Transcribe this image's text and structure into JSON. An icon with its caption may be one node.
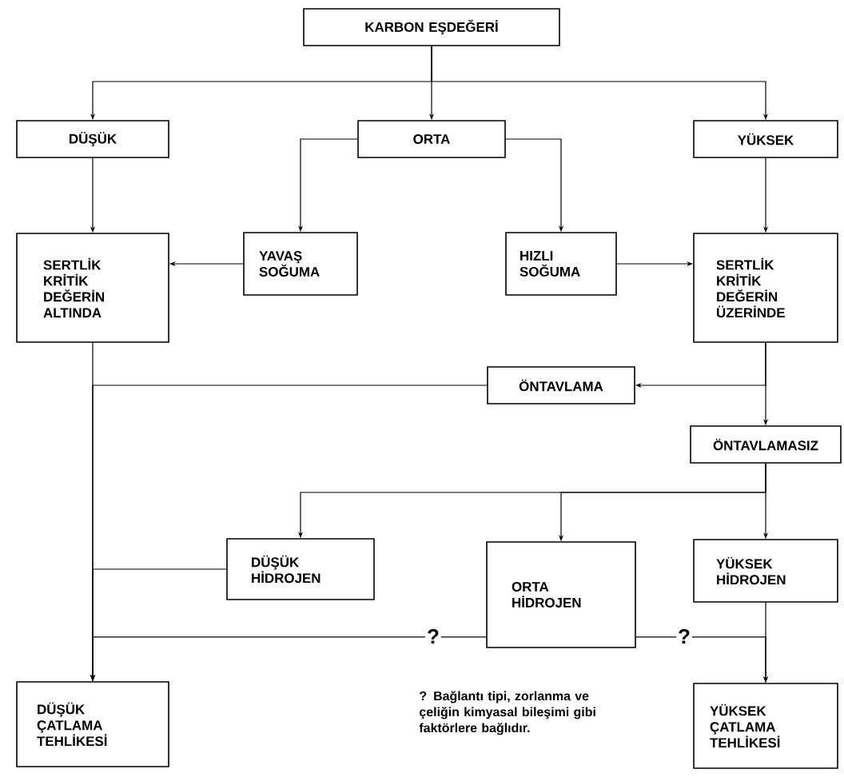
{
  "diagram": {
    "nodes": [
      {
        "text": [
          "KARBON EŞDEĞERİ"
        ]
      },
      {
        "text": [
          "DÜŞÜK"
        ]
      },
      {
        "text": [
          "ORTA"
        ]
      },
      {
        "text": [
          "YÜKSEK"
        ]
      },
      {
        "text": [
          "SERTLİK KRİTİK DEĞERİN ALTINDA"
        ]
      },
      {
        "text": [
          "YAVAŞ SOĞUMA"
        ]
      },
      {
        "text": [
          "HIZLI SOĞUMA"
        ]
      },
      {
        "text": [
          "SERTLİK KRİTİK DEĞERİN ÜZERİNDE"
        ]
      },
      {
        "text": [
          "ÖNTAVLAMA"
        ]
      },
      {
        "text": [
          "ÖNTAVLAMASIZ"
        ]
      },
      {
        "text": [
          "DÜŞÜK HİDROJEN"
        ]
      },
      {
        "text": [
          "ORTA HİDROJEN"
        ]
      },
      {
        "text": [
          "YÜKSEK HİDROJEN"
        ]
      },
      {
        "text": [
          "DÜŞÜK ÇATLAMA TEHLİKESİ"
        ]
      },
      {
        "text": [
          "YÜKSEK ÇATLAMA TEHLİKESİ"
        ]
      }
    ],
    "edges": [
      {
        "from": 0,
        "to": 1,
        "arrow": "to"
      },
      {
        "from": 0,
        "to": 2,
        "arrow": "to"
      },
      {
        "from": 0,
        "to": 3,
        "arrow": "to"
      },
      {
        "from": 1,
        "to": 4,
        "arrow": "to"
      },
      {
        "from": 2,
        "to": 5,
        "arrow": "to"
      },
      {
        "from": 2,
        "to": 6,
        "arrow": "to"
      },
      {
        "from": 3,
        "to": 7,
        "arrow": "to"
      },
      {
        "from": 5,
        "to": 4,
        "arrow": "to"
      },
      {
        "from": 6,
        "to": 7,
        "arrow": "to"
      },
      {
        "from": 7,
        "to": 8,
        "arrow": "to"
      },
      {
        "from": 8,
        "to": 13,
        "arrow": "to"
      },
      {
        "from": 7,
        "to": 9,
        "arrow": "to"
      },
      {
        "from": 9,
        "to": 10,
        "arrow": "to"
      },
      {
        "from": 9,
        "to": 11,
        "arrow": "to"
      },
      {
        "from": 9,
        "to": 12,
        "arrow": "to"
      },
      {
        "from": 4,
        "to": 13,
        "arrow": "to"
      },
      {
        "from": 10,
        "to": 13,
        "arrow": "to"
      },
      {
        "from": 11,
        "to": 13,
        "arrow": "to",
        "label": "?"
      },
      {
        "from": 11,
        "to": 14,
        "arrow": "to",
        "label": "?"
      },
      {
        "from": 12,
        "to": 14,
        "arrow": "to"
      }
    ],
    "labels": [
      "? Bağlantı tipi, zorlanma ve çeliğin kimyasal bileşimi gibi faktörlere bağlıdır."
    ]
  }
}
